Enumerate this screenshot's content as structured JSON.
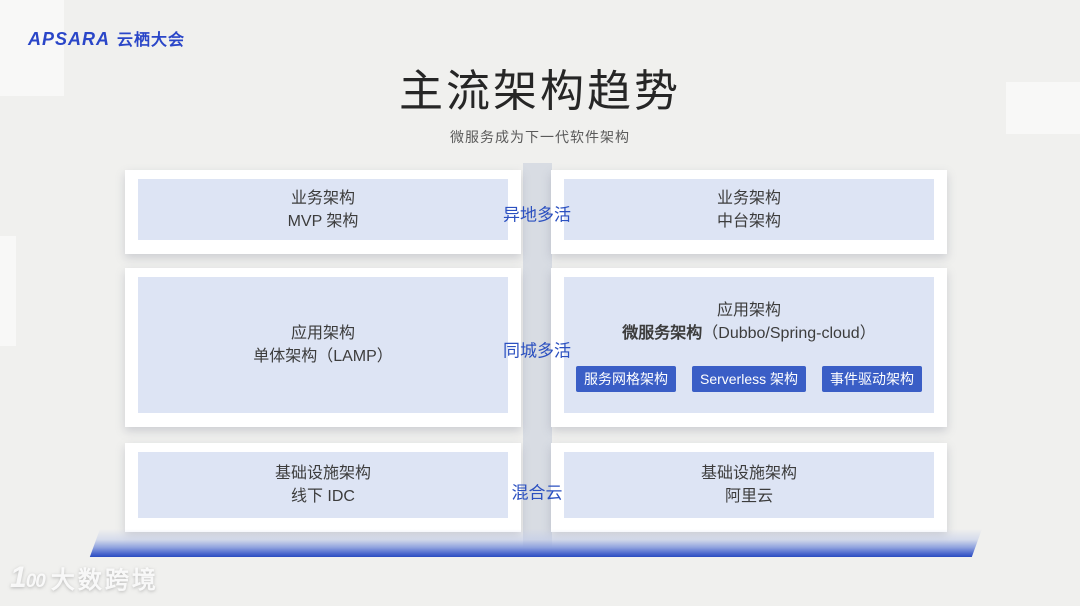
{
  "logo": {
    "brand": "APSARA",
    "suffix": "云栖大会"
  },
  "header": {
    "title": "主流架构趋势",
    "subtitle": "微服务成为下一代软件架构"
  },
  "rows": [
    {
      "left": {
        "lines": [
          "业务架构",
          "MVP 架构"
        ]
      },
      "center_label": "异地多活",
      "right": {
        "lines": [
          "业务架构",
          "中台架构"
        ]
      }
    },
    {
      "left": {
        "lines": [
          "应用架构",
          "单体架构（LAMP）"
        ]
      },
      "center_label": "同城多活",
      "right": {
        "line1": "应用架构",
        "line2_bold": "微服务架构",
        "line2_rest": "（Dubbo/Spring-cloud）",
        "buttons": [
          "服务网格架构",
          "Serverless 架构",
          "事件驱动架构"
        ]
      }
    },
    {
      "left": {
        "lines": [
          "基础设施架构",
          "线下 IDC"
        ]
      },
      "center_label": "混合云",
      "right": {
        "lines": [
          "基础设施架构",
          "阿里云"
        ]
      }
    }
  ],
  "watermark": {
    "mark": "100",
    "label": "大数跨境"
  },
  "colors": {
    "background": "#f0f0ee",
    "card_inner": "#dde4f4",
    "accent_blue": "#2b50c0",
    "chip_blue": "#3a5ec6",
    "logo_blue": "#2a46c8",
    "stage_bar_blue": "#2a4cc0"
  }
}
